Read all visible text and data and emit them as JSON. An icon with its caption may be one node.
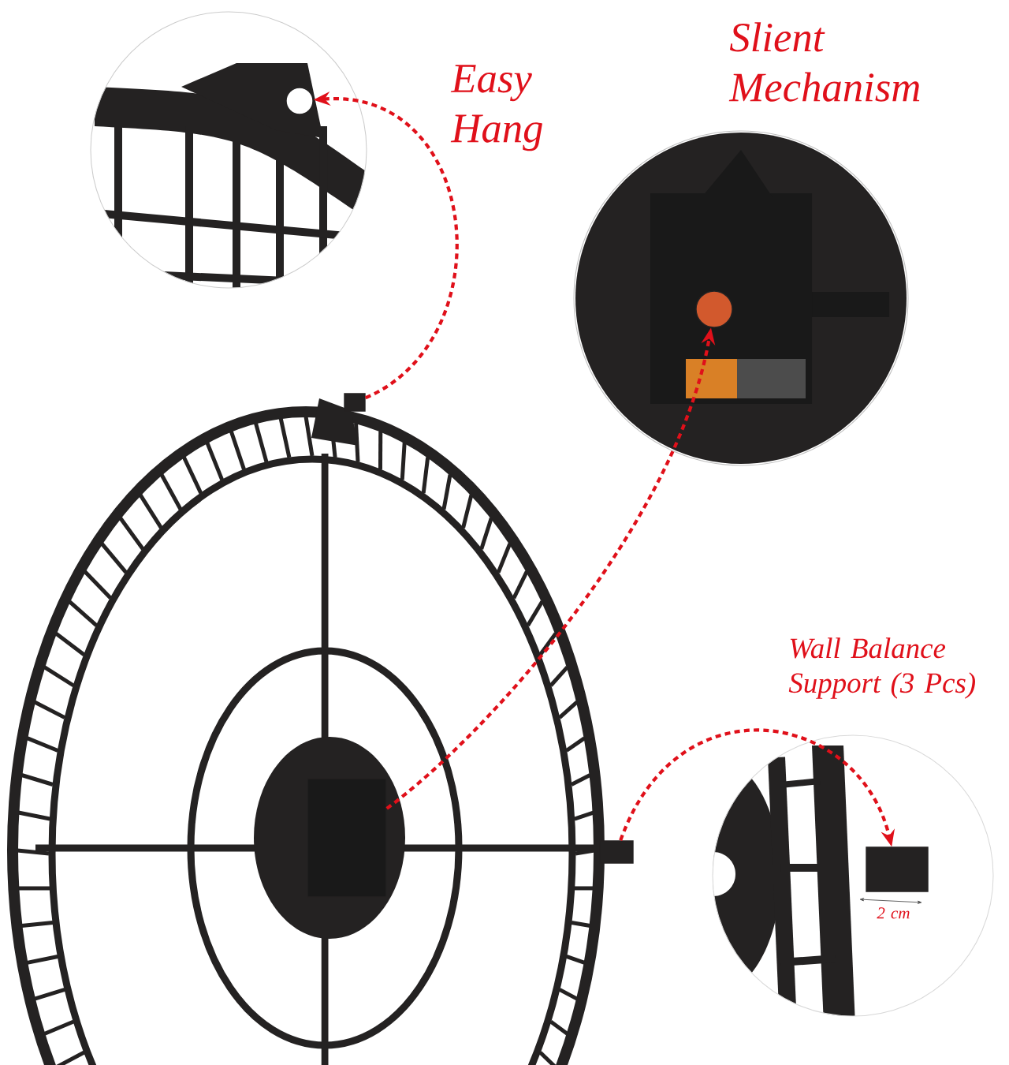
{
  "diagram": {
    "nodes": [
      {
        "text": [],
        "shape": "box"
      },
      {
        "text": [],
        "shape": "circle"
      },
      {
        "text": [],
        "shape": "box"
      },
      {
        "text": [],
        "shape": "circle"
      },
      {
        "text": [],
        "shape": "box"
      },
      {
        "text": [],
        "shape": "box"
      }
    ],
    "edges": [
      {
        "from": 0,
        "to": 1,
        "arrow": "to",
        "style": "dashed"
      },
      {
        "from": 2,
        "to": 3,
        "arrow": "to",
        "style": "dashed"
      },
      {
        "from": 4,
        "to": 5,
        "arrow": "to",
        "style": "dashed"
      }
    ],
    "labels": [
      "Easy Hang",
      "Slient Mechanism",
      "Wall Balance Support (3 Pcs)",
      "2 cm"
    ]
  }
}
